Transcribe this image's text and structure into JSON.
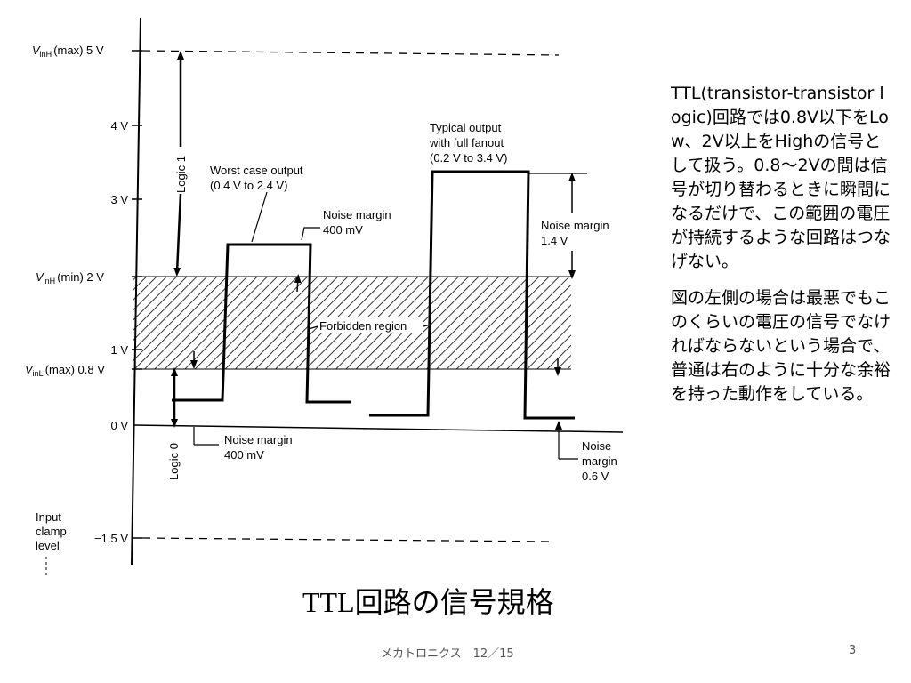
{
  "diagram": {
    "level_labels": {
      "vinh_max": "(max)  5 V",
      "v4": "4 V",
      "v3": "3 V",
      "vinh_min": "(min)  2 V",
      "v1": "1 V",
      "vinl_max": "(max)  0.8 V",
      "v0": "0 V",
      "clamp": "−1.5 V"
    },
    "v_symbol": "V",
    "vinh_sub": "inH",
    "vinl_sub": "inL",
    "logic1": "Logic 1",
    "logic0": "Logic 0",
    "worst_case": [
      "Worst case output",
      "(0.4 V to 2.4 V)"
    ],
    "typical": [
      "Typical output",
      "with full fanout",
      "(0.2 V to 3.4 V)"
    ],
    "noise_400_top": [
      "Noise margin",
      "400 mV"
    ],
    "noise_14": [
      "Noise margin",
      "1.4 V"
    ],
    "noise_400_bottom": [
      "Noise margin",
      "400 mV"
    ],
    "noise_06": [
      "Noise",
      "margin",
      "0.6 V"
    ],
    "forbidden": "Forbidden region",
    "input_clamp": [
      "Input",
      "clamp",
      "level"
    ]
  },
  "side_text": {
    "p1": "TTL(transistor-transistor logic)回路では0.8V以下をLow、2V以上をHighの信号として扱う。0.8～2Vの間は信号が切り替わるときに瞬間になるだけで、この範囲の電圧が持続するような回路はつなげない。",
    "p2": "図の左側の場合は最悪でもこのくらいの電圧の信号でなければならないという場合で、普通は右のように十分な余裕を持った動作をしている。"
  },
  "title": "TTL回路の信号規格",
  "footer": "メカトロニクス　12／15",
  "page_number": "3"
}
